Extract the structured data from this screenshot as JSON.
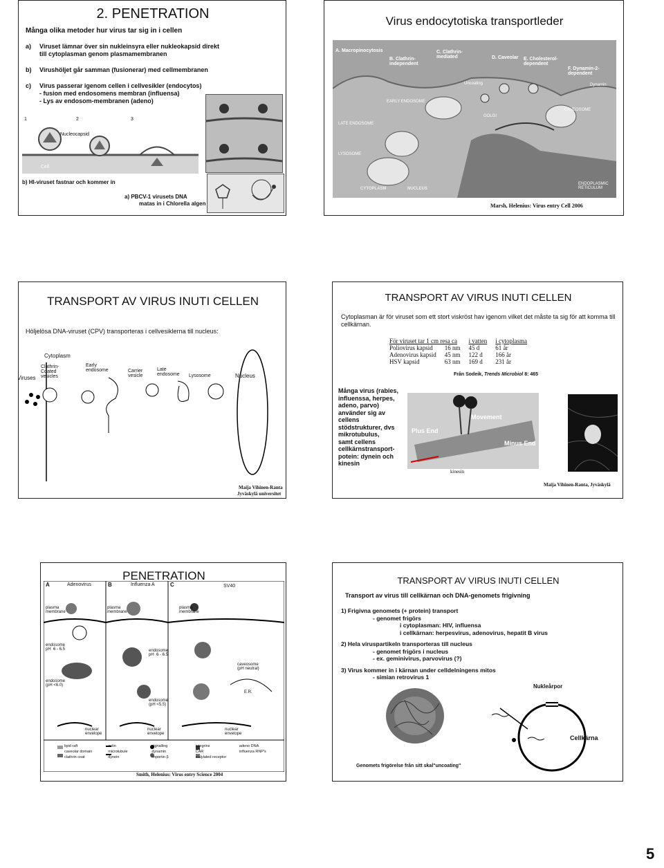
{
  "slide1": {
    "title": "2. PENETRATION",
    "subtitle": "Många olika metoder hur virus tar sig in i cellen",
    "items": [
      {
        "mark": "a)",
        "lines": [
          "Viruset lämnar över sin nukleinsyra eller nukleokapsid direkt",
          "till cytoplasman genom plasmamembranen"
        ]
      },
      {
        "mark": "b)",
        "lines": [
          "Virushöljet går samman (fusionerar) med cellmembranen"
        ]
      },
      {
        "mark": "c)",
        "lines": [
          "Virus passerar igenom cellen i cellvesikler (endocytos)",
          "- fusion med endosomens membran (influensa)",
          "- Lys av endosom-membranen (adeno)"
        ]
      }
    ],
    "fig_numbers": [
      "1",
      "2",
      "3"
    ],
    "nucleocapsid_label": "Nucleocapsid",
    "cell_label": "Cell",
    "caption_b": "b) HI-viruset fastnar och kommer in",
    "caption_a": [
      "a)   PBCV-1 virusets DNA",
      "matas in i Chlorella algen"
    ]
  },
  "slide2": {
    "title": "Virus endocytotiska transportleder",
    "labels": {
      "a": "A. Macropinocytosis",
      "b": "B. Clathrin-\nindependent",
      "c": "C. Clathrin-\nmediated",
      "d": "D. Caveolar",
      "e": "E. Cholesterol-\ndependent",
      "f": "F. Dynamin-2-\ndependent",
      "dynamin": "Dynamin",
      "uncoating": "Uncoating",
      "early": "EARLY ENDOSOME",
      "caveosome": "CAVEOSOME",
      "golgi": "GOLGI",
      "late": "LATE ENDOSOME",
      "lysosome": "LYSOSOME",
      "cytoplasm": "CYTOPLASM",
      "nucleus": "NUCLEUS",
      "er": "ENDOPLASMIC\nRETICULUM"
    },
    "citation": "Marsh, Helenius: Virus entry Cell 2006"
  },
  "slide3": {
    "title": "TRANSPORT AV VIRUS INUTI CELLEN",
    "subtitle": "Höljelösa DNA-viruset (CPV) transporteras i cellvesiklerna till nucleus:",
    "labels": {
      "cytoplasm": "Cytoplasm",
      "viruses": "Viruses",
      "clathrin": "Clathrin-\nCoated\nvesicles",
      "early": "Early\nendosome",
      "carrier": "Carrier\nvesicle",
      "late": "Late\nendosome",
      "lysosome": "Lysosome",
      "nucleus": "Nucleus"
    },
    "citation": [
      "Maija Vihinen-Ranta",
      "Jyväskylä universitet"
    ]
  },
  "slide4": {
    "title": "TRANSPORT AV VIRUS INUTI CELLEN",
    "intro": "Cytoplasman är för viruset som ett stort viskröst hav igenom vilket det måste ta sig för att komma till cellkärnan.",
    "table": {
      "headers": [
        "För viruset tar 1 cm resa ca",
        "i vatten",
        "i cytoplasma"
      ],
      "rows": [
        [
          "Poliovirus kapsid",
          "16 nm",
          "45 d",
          "61 år"
        ],
        [
          "Adenovirus kapsid",
          "45 nm",
          "122 d",
          "166 år"
        ],
        [
          "HSV kapsid",
          "63 nm",
          "169 d",
          "231 år"
        ]
      ]
    },
    "source_prefix": "Från Sodeik, ",
    "source_journal": "Trends Microbiol",
    "source_suffix": " 8: 465",
    "body": [
      "Många virus (rabies,",
      "influenssa, herpes,",
      "adeno, parvo)",
      "använder sig av",
      "cellens",
      "stödstrukturer, dvs",
      "mikrotubulus,",
      "samt cellens",
      "cellkärnstransport-",
      "potein: dynein och",
      "kinesin"
    ],
    "labels": {
      "movement": "Movement",
      "plus": "Plus End",
      "minus": "Minus End",
      "kinesin": "kinesin"
    },
    "citation": "Maija Vihinen-Ranta, Jyväskylä"
  },
  "slide5": {
    "title": "PENETRATION",
    "panels": [
      {
        "letter": "A",
        "name": "Adenovirus"
      },
      {
        "letter": "B",
        "name": "Influenza A"
      },
      {
        "letter": "C",
        "name": "SV40"
      }
    ],
    "labels": {
      "plasma": "plasma\nmembrane",
      "endo_a": "endosome\npH  6 - 6.5",
      "endo_a2": "endosome\n(pH <6.0)",
      "endo_b": "endosome\npH  6 - 6.5",
      "endo_b2": "endosome\n(pH <5.5)",
      "caveo": "caveosome\n(pH neutral)",
      "er": "E.R.",
      "nuc": "nuclear\nenvelope"
    },
    "legend": [
      "lipid raft",
      "actin",
      "signalling",
      "integrins",
      "adeno DNA",
      "caveolar domain",
      "microtubule",
      "dynamin",
      "CAR",
      "influenza RNP's",
      "clathrin coat",
      "dynein",
      "importin β",
      "sialylated receptor"
    ],
    "citation": "Smith, Helenius: Virus entry Science 2004"
  },
  "slide6": {
    "title": "TRANSPORT AV VIRUS INUTI CELLEN",
    "subtitle": "Transport av virus till cellkärnan och DNA-genomets frigivning",
    "lines": [
      "1) Frigivna genomets (+ protein) transport",
      "- genomet frigörs",
      "i cytoplasman: HIV, influensa",
      "i cellkärnan: herpesvirus, adenovirus, hepatit B virus",
      "2) Hela viruspartikeln transporteras till nucleus",
      "- genomet frigörs i nucleus",
      "- ex. geminivirus, parvovirus (?)",
      "3) Virus kommer in i kärnan under celldelningens mitos",
      "- simian retrovirus 1"
    ],
    "nucleopore": "Nukleårpor",
    "cellkarna": "Cellkärna",
    "caption": "Genomets frigörelse från sitt skal\"uncoating\""
  },
  "page_number": "5"
}
